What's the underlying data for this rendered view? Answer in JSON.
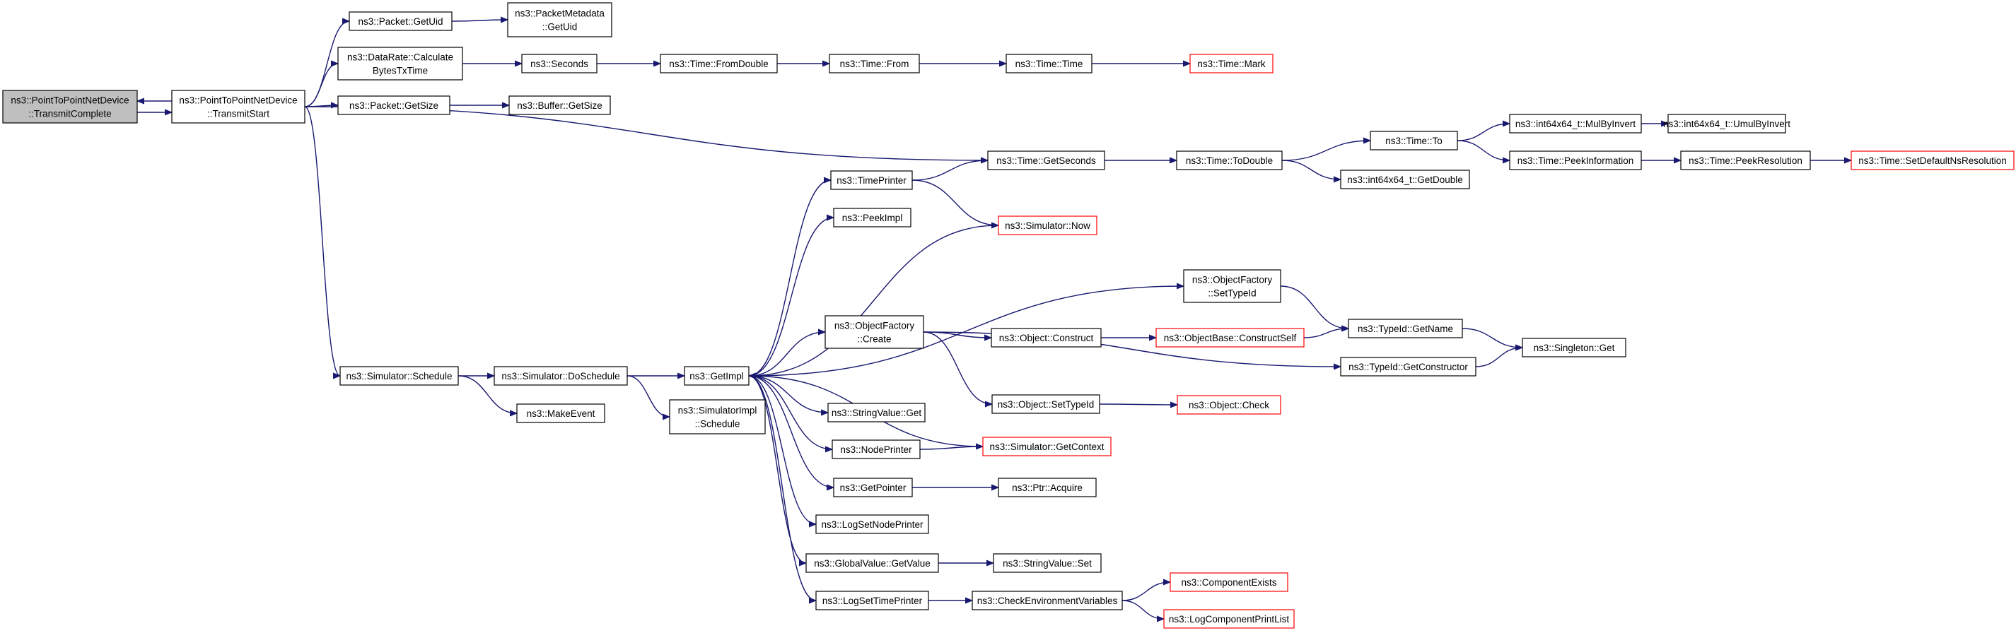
{
  "diagram": {
    "type": "call-graph",
    "colors": {
      "edge": "#191970",
      "truncated_border": "#ff0000",
      "focus_fill": "#bfbfbf"
    },
    "nodes": [
      {
        "id": "n1",
        "lines": [
          "ns3::PointToPointNetDevice",
          "::TransmitComplete"
        ],
        "focus": true
      },
      {
        "id": "n2",
        "lines": [
          "ns3::PointToPointNetDevice",
          "::TransmitStart"
        ]
      },
      {
        "id": "n3",
        "lines": [
          "ns3::Packet::GetUid"
        ]
      },
      {
        "id": "n4",
        "lines": [
          "ns3::PacketMetadata",
          "::GetUid"
        ]
      },
      {
        "id": "n5",
        "lines": [
          "ns3::DataRate::Calculate",
          "BytesTxTime"
        ]
      },
      {
        "id": "n6",
        "lines": [
          "ns3::Seconds"
        ]
      },
      {
        "id": "n7",
        "lines": [
          "ns3::Time::FromDouble"
        ]
      },
      {
        "id": "n8",
        "lines": [
          "ns3::Time::From"
        ]
      },
      {
        "id": "n9",
        "lines": [
          "ns3::Time::Time"
        ]
      },
      {
        "id": "n10",
        "lines": [
          "ns3::Time::Mark"
        ],
        "truncated": true
      },
      {
        "id": "n11",
        "lines": [
          "ns3::Packet::GetSize"
        ]
      },
      {
        "id": "n12",
        "lines": [
          "ns3::Buffer::GetSize"
        ]
      },
      {
        "id": "n13",
        "lines": [
          "ns3::Time::GetSeconds"
        ]
      },
      {
        "id": "n14",
        "lines": [
          "ns3::Time::ToDouble"
        ]
      },
      {
        "id": "n15",
        "lines": [
          "ns3::Time::To"
        ]
      },
      {
        "id": "n16",
        "lines": [
          "ns3::int64x64_t::MulByInvert"
        ]
      },
      {
        "id": "n17",
        "lines": [
          "ns3::int64x64_t::UmulByInvert"
        ]
      },
      {
        "id": "n18",
        "lines": [
          "ns3::Time::PeekInformation"
        ]
      },
      {
        "id": "n19",
        "lines": [
          "ns3::Time::PeekResolution"
        ]
      },
      {
        "id": "n20",
        "lines": [
          "ns3::Time::SetDefaultNsResolution"
        ],
        "truncated": true
      },
      {
        "id": "n21",
        "lines": [
          "ns3::int64x64_t::GetDouble"
        ]
      },
      {
        "id": "n22",
        "lines": [
          "ns3::TimePrinter"
        ]
      },
      {
        "id": "n23",
        "lines": [
          "ns3::PeekImpl"
        ]
      },
      {
        "id": "n24",
        "lines": [
          "ns3::Simulator::Now"
        ],
        "truncated": true
      },
      {
        "id": "n25",
        "lines": [
          "ns3::ObjectFactory",
          "::SetTypeId"
        ]
      },
      {
        "id": "n26",
        "lines": [
          "ns3::ObjectFactory",
          "::Create"
        ]
      },
      {
        "id": "n27",
        "lines": [
          "ns3::Object::Construct"
        ]
      },
      {
        "id": "n28",
        "lines": [
          "ns3::ObjectBase::ConstructSelf"
        ],
        "truncated": true
      },
      {
        "id": "n29",
        "lines": [
          "ns3::TypeId::GetName"
        ]
      },
      {
        "id": "n30",
        "lines": [
          "ns3::Singleton::Get"
        ]
      },
      {
        "id": "n31",
        "lines": [
          "ns3::TypeId::GetConstructor"
        ]
      },
      {
        "id": "n32",
        "lines": [
          "ns3::Simulator::Schedule"
        ]
      },
      {
        "id": "n33",
        "lines": [
          "ns3::Simulator::DoSchedule"
        ]
      },
      {
        "id": "n34",
        "lines": [
          "ns3::GetImpl"
        ]
      },
      {
        "id": "n35",
        "lines": [
          "ns3::MakeEvent"
        ]
      },
      {
        "id": "n36",
        "lines": [
          "ns3::SimulatorImpl",
          "::Schedule"
        ]
      },
      {
        "id": "n37",
        "lines": [
          "ns3::Object::SetTypeId"
        ]
      },
      {
        "id": "n38",
        "lines": [
          "ns3::Object::Check"
        ],
        "truncated": true
      },
      {
        "id": "n39",
        "lines": [
          "ns3::StringValue::Get"
        ]
      },
      {
        "id": "n40",
        "lines": [
          "ns3::NodePrinter"
        ]
      },
      {
        "id": "n41",
        "lines": [
          "ns3::Simulator::GetContext"
        ],
        "truncated": true
      },
      {
        "id": "n42",
        "lines": [
          "ns3::GetPointer"
        ]
      },
      {
        "id": "n43",
        "lines": [
          "ns3::Ptr::Acquire"
        ]
      },
      {
        "id": "n44",
        "lines": [
          "ns3::LogSetNodePrinter"
        ]
      },
      {
        "id": "n45",
        "lines": [
          "ns3::GlobalValue::GetValue"
        ]
      },
      {
        "id": "n46",
        "lines": [
          "ns3::StringValue::Set"
        ]
      },
      {
        "id": "n47",
        "lines": [
          "ns3::LogSetTimePrinter"
        ]
      },
      {
        "id": "n48",
        "lines": [
          "ns3::CheckEnvironmentVariables"
        ]
      },
      {
        "id": "n49",
        "lines": [
          "ns3::ComponentExists"
        ],
        "truncated": true
      },
      {
        "id": "n50",
        "lines": [
          "ns3::LogComponentPrintList"
        ],
        "truncated": true
      }
    ],
    "edges": [
      [
        "n1",
        "n2"
      ],
      [
        "n2",
        "n1"
      ],
      [
        "n2",
        "n3"
      ],
      [
        "n3",
        "n4"
      ],
      [
        "n2",
        "n5"
      ],
      [
        "n5",
        "n6"
      ],
      [
        "n6",
        "n7"
      ],
      [
        "n7",
        "n8"
      ],
      [
        "n8",
        "n9"
      ],
      [
        "n9",
        "n10"
      ],
      [
        "n2",
        "n11"
      ],
      [
        "n11",
        "n12"
      ],
      [
        "n2",
        "n13"
      ],
      [
        "n2",
        "n32"
      ],
      [
        "n13",
        "n14"
      ],
      [
        "n14",
        "n15"
      ],
      [
        "n14",
        "n21"
      ],
      [
        "n15",
        "n16"
      ],
      [
        "n15",
        "n18"
      ],
      [
        "n16",
        "n17"
      ],
      [
        "n18",
        "n19"
      ],
      [
        "n19",
        "n20"
      ],
      [
        "n22",
        "n13"
      ],
      [
        "n22",
        "n24"
      ],
      [
        "n24",
        "n34"
      ],
      [
        "n25",
        "n29"
      ],
      [
        "n26",
        "n27"
      ],
      [
        "n26",
        "n31"
      ],
      [
        "n26",
        "n37"
      ],
      [
        "n27",
        "n28"
      ],
      [
        "n28",
        "n29"
      ],
      [
        "n29",
        "n30"
      ],
      [
        "n31",
        "n30"
      ],
      [
        "n32",
        "n33"
      ],
      [
        "n32",
        "n35"
      ],
      [
        "n33",
        "n34"
      ],
      [
        "n33",
        "n36"
      ],
      [
        "n34",
        "n22"
      ],
      [
        "n34",
        "n23"
      ],
      [
        "n34",
        "n25"
      ],
      [
        "n34",
        "n26"
      ],
      [
        "n34",
        "n39"
      ],
      [
        "n34",
        "n40"
      ],
      [
        "n34",
        "n42"
      ],
      [
        "n34",
        "n44"
      ],
      [
        "n34",
        "n45"
      ],
      [
        "n34",
        "n47"
      ],
      [
        "n37",
        "n38"
      ],
      [
        "n40",
        "n41"
      ],
      [
        "n41",
        "n34"
      ],
      [
        "n42",
        "n43"
      ],
      [
        "n45",
        "n46"
      ],
      [
        "n47",
        "n48"
      ],
      [
        "n48",
        "n49"
      ],
      [
        "n48",
        "n50"
      ]
    ]
  }
}
